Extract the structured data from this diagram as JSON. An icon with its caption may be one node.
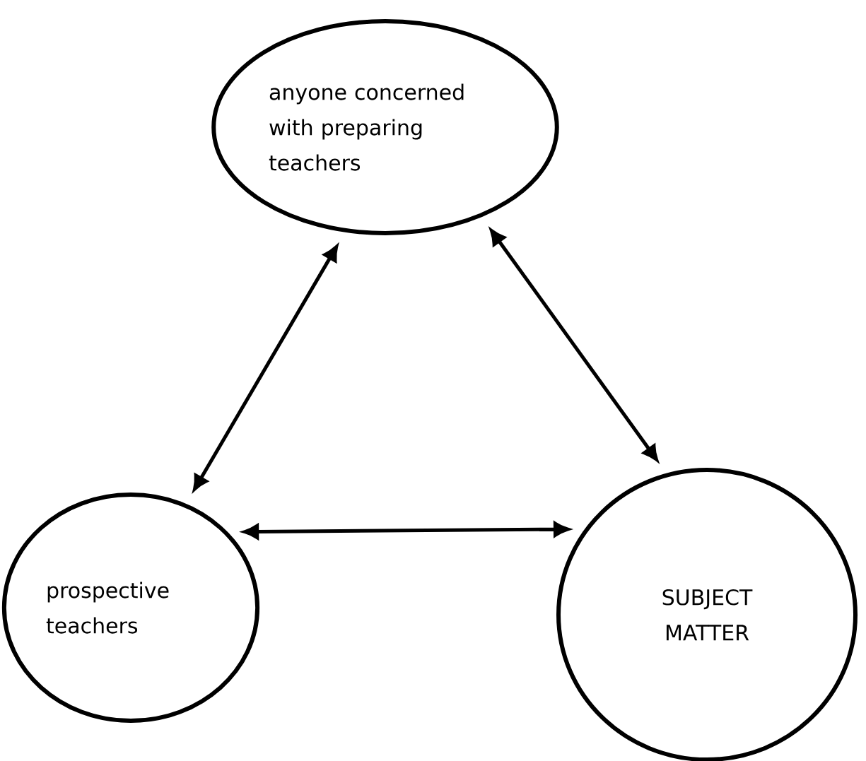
{
  "diagram": {
    "nodes": [
      {
        "text": [
          "anyone concerned with preparing teachers"
        ]
      },
      {
        "text": [
          "prospective teachers"
        ]
      },
      {
        "text": [
          "SUBJECT MATTER"
        ]
      }
    ],
    "edges": [
      {
        "from": 1,
        "to": 0,
        "arrow": "both"
      },
      {
        "from": 0,
        "to": 2,
        "arrow": "both"
      },
      {
        "from": 1,
        "to": 2,
        "arrow": "both"
      }
    ]
  }
}
